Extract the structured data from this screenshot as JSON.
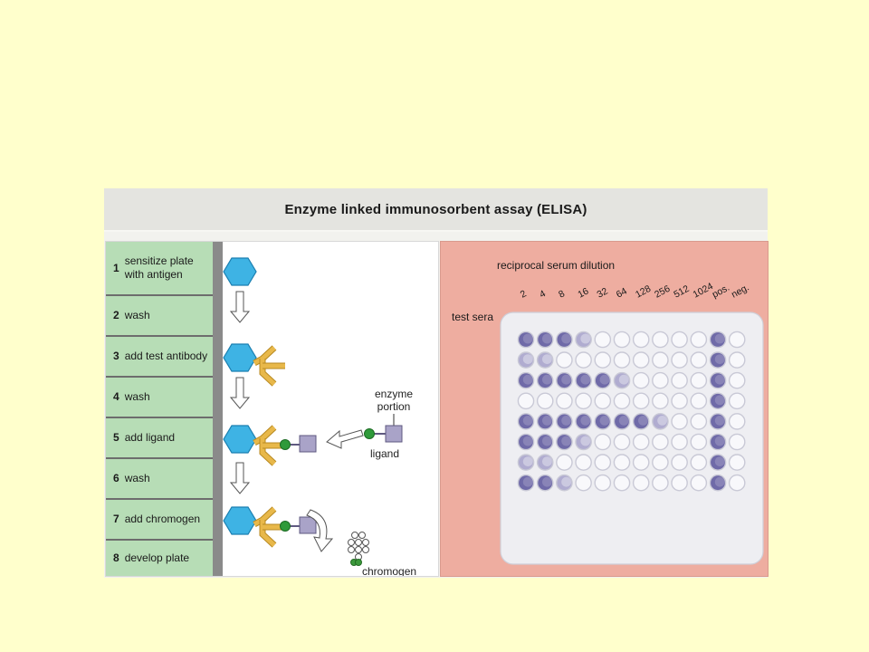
{
  "figure": {
    "title": "Enzyme linked immunosorbent assay (ELISA)"
  },
  "steps": [
    {
      "num": "1",
      "text": "sensitize plate with antigen"
    },
    {
      "num": "2",
      "text": "wash"
    },
    {
      "num": "3",
      "text": "add test antibody"
    },
    {
      "num": "4",
      "text": "wash"
    },
    {
      "num": "5",
      "text": "add ligand"
    },
    {
      "num": "6",
      "text": "wash"
    },
    {
      "num": "7",
      "text": "add chromogen"
    },
    {
      "num": "8",
      "text": "develop plate"
    }
  ],
  "diagram": {
    "enzyme_label_line1": "enzyme",
    "enzyme_label_line2": "portion",
    "ligand_label": "ligand",
    "chromogen_label": "chromogen",
    "colors": {
      "antigen": "#3eb3e4",
      "antigen_stroke": "#1b7fb0",
      "antibody": "#e8b84a",
      "antibody_stroke": "#b88a22",
      "ligand_dot": "#2f9a3a",
      "enzyme_box": "#a9a3c8",
      "enzyme_stroke": "#5f5a80",
      "chromogen_empty": "#ffffff",
      "chromogen_filled": "#3c9a3c"
    }
  },
  "plate": {
    "title": "reciprocal serum dilution",
    "row_label": "test sera",
    "column_labels": [
      "2",
      "4",
      "8",
      "16",
      "32",
      "64",
      "128",
      "256",
      "512",
      "1024",
      "pos.",
      "neg."
    ],
    "colors": {
      "plate": "#eeeef2",
      "empty_well": "#f8f8fb",
      "well_border": "#c9c9d6",
      "positive": "#6f6aa8",
      "weak": "#b0acd0"
    },
    "rows": [
      [
        2,
        2,
        2,
        1,
        0,
        0,
        0,
        0,
        0,
        0,
        2,
        0
      ],
      [
        1,
        1,
        0,
        0,
        0,
        0,
        0,
        0,
        0,
        0,
        2,
        0
      ],
      [
        2,
        2,
        2,
        2,
        2,
        1,
        0,
        0,
        0,
        0,
        2,
        0
      ],
      [
        0,
        0,
        0,
        0,
        0,
        0,
        0,
        0,
        0,
        0,
        2,
        0
      ],
      [
        2,
        2,
        2,
        2,
        2,
        2,
        2,
        1,
        0,
        0,
        2,
        0
      ],
      [
        2,
        2,
        2,
        1,
        0,
        0,
        0,
        0,
        0,
        0,
        2,
        0
      ],
      [
        1,
        1,
        0,
        0,
        0,
        0,
        0,
        0,
        0,
        0,
        2,
        0
      ],
      [
        2,
        2,
        1,
        0,
        0,
        0,
        0,
        0,
        0,
        0,
        2,
        0
      ]
    ]
  }
}
